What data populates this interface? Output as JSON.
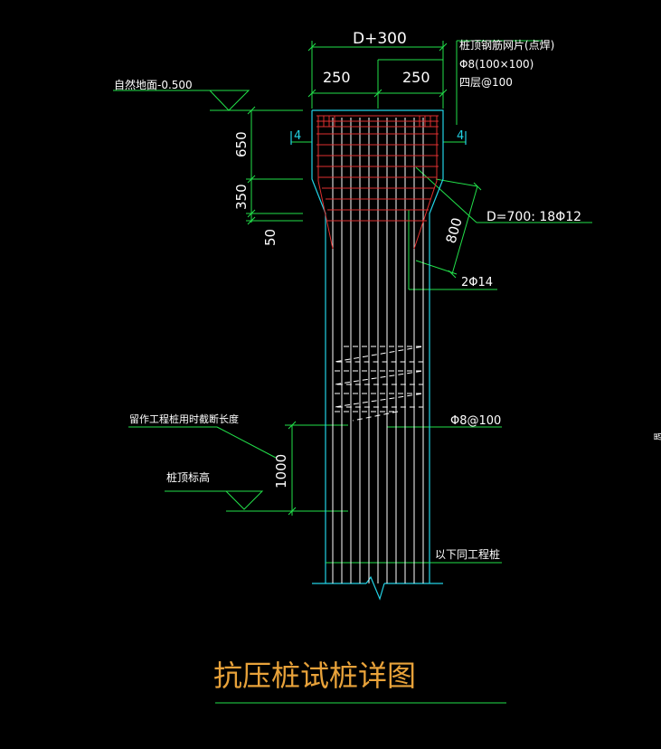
{
  "drawing": {
    "title": "抗压桩试桩详图",
    "labels": {
      "top_width": "D+300",
      "left_offset": "250",
      "right_offset": "250",
      "mesh_line1": "桩顶钢筋网片(点焊)",
      "mesh_line2": "Φ8(100×100)",
      "mesh_line3": "四层@100",
      "ground": "自然地面-0.500",
      "dim_650": "650",
      "dim_350": "350",
      "dim_50": "50",
      "section_left": "4",
      "section_right": "4",
      "main_bars": "D=700: 18Φ12",
      "dim_800": "800",
      "extra_bars": "2Φ14",
      "stirrup": "Φ8@100",
      "cut_length": "留作工程桩用时截断长度",
      "dim_1000": "1000",
      "pile_top": "桩顶标高",
      "same_as": "以下同工程桩",
      "edge_mark": "留"
    }
  },
  "colors": {
    "background": "#000000",
    "dimension": "#22e04a",
    "outline": "#22d3e6",
    "rebar": "#ffffff",
    "mesh": "#e03030",
    "title": "#e8a23a"
  }
}
